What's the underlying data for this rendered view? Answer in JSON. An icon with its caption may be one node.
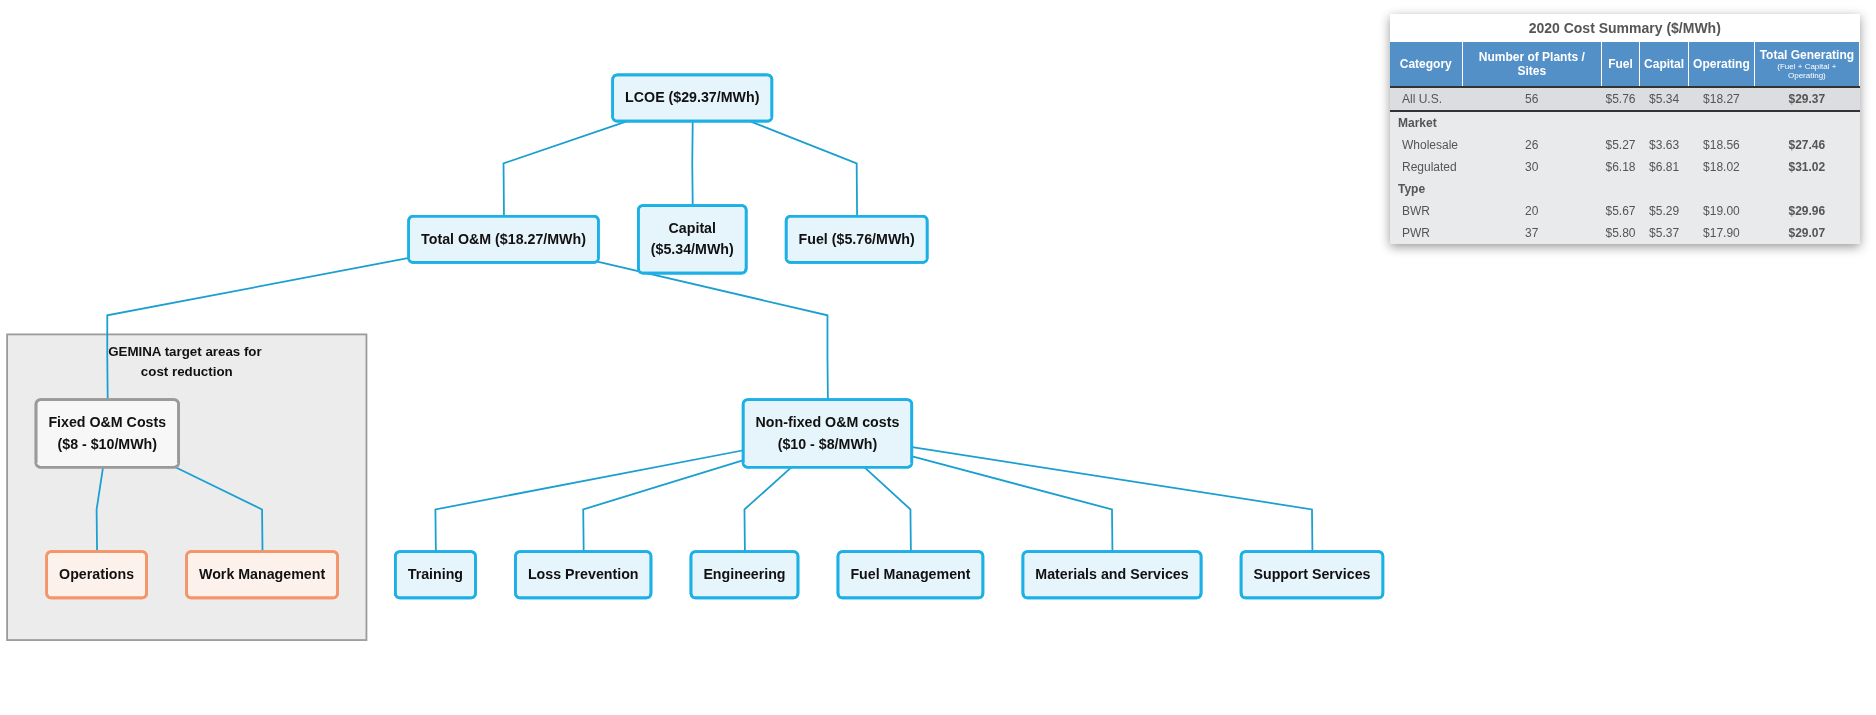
{
  "diagram": {
    "nodes": [
      {
        "text": [
          "LCOE ($29.37/MWh)"
        ]
      },
      {
        "text": [
          "Total O&M ($18.27/MWh)"
        ]
      },
      {
        "text": [
          "Capital",
          "($5.34/MWh)"
        ]
      },
      {
        "text": [
          "Fuel ($5.76/MWh)"
        ]
      },
      {
        "text": [
          "GEMINA target areas for cost reduction"
        ]
      },
      {
        "text": [
          "Fixed O&M Costs",
          "($8 - $10/MWh)"
        ],
        "in": 4
      },
      {
        "text": [
          "Operations"
        ],
        "in": 4
      },
      {
        "text": [
          "Work Management"
        ],
        "in": 4
      },
      {
        "text": [
          "Non-fixed O&M costs",
          "($10 - $8/MWh)"
        ]
      },
      {
        "text": [
          "Training"
        ]
      },
      {
        "text": [
          "Loss Prevention"
        ]
      },
      {
        "text": [
          "Engineering"
        ]
      },
      {
        "text": [
          "Fuel Management"
        ]
      },
      {
        "text": [
          "Materials and Services"
        ]
      },
      {
        "text": [
          "Support Services"
        ]
      }
    ],
    "edges": [
      {
        "from": 0,
        "to": 1,
        "arrow": "none"
      },
      {
        "from": 0,
        "to": 2,
        "arrow": "none"
      },
      {
        "from": 0,
        "to": 3,
        "arrow": "none"
      },
      {
        "from": 1,
        "to": 5,
        "arrow": "none"
      },
      {
        "from": 1,
        "to": 8,
        "arrow": "none"
      },
      {
        "from": 5,
        "to": 6,
        "arrow": "none"
      },
      {
        "from": 5,
        "to": 7,
        "arrow": "none"
      },
      {
        "from": 8,
        "to": 9,
        "arrow": "none"
      },
      {
        "from": 8,
        "to": 10,
        "arrow": "none"
      },
      {
        "from": 8,
        "to": 11,
        "arrow": "none"
      },
      {
        "from": 8,
        "to": 12,
        "arrow": "none"
      },
      {
        "from": 8,
        "to": 13,
        "arrow": "none"
      },
      {
        "from": 8,
        "to": 14,
        "arrow": "none"
      }
    ],
    "labels": [
      "2020 Cost Summary ($/MWh)",
      "Category",
      "Number of Plants / Sites",
      "Fuel",
      "Capital",
      "Operating",
      "Total Generating",
      "(Fuel + Capital + Operating)",
      "All U.S.",
      "56",
      "$5.76",
      "$5.34",
      "$18.27",
      "$29.37",
      "Market",
      "Wholesale",
      "26",
      "$5.27",
      "$3.63",
      "$18.56",
      "$27.46",
      "Regulated",
      "30",
      "$6.18",
      "$6.81",
      "$18.02",
      "$31.02",
      "Type",
      "BWR",
      "20",
      "$5.67",
      "$5.29",
      "$19.00",
      "$29.96",
      "PWR",
      "37",
      "$5.80",
      "$5.37",
      "$17.90",
      "$29.07"
    ]
  }
}
